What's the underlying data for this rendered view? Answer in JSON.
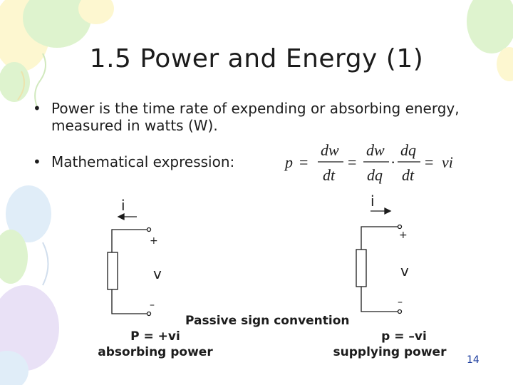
{
  "slide": {
    "title": "1.5 Power and Energy (1)",
    "bullets": [
      {
        "marker": "•",
        "text": "Power is the time rate of expending or absorbing energy, measured in watts (W)."
      },
      {
        "marker": "•",
        "text": "Mathematical expression:"
      }
    ],
    "formula": {
      "lhs": "p",
      "eq": "=",
      "frac1_num": "dw",
      "frac1_den": "dt",
      "frac2_num": "dw",
      "frac2_den": "dq",
      "dot": "·",
      "frac3_num": "dq",
      "frac3_den": "dt",
      "rhs": "vi"
    },
    "left_circuit": {
      "current_label": "i",
      "plus": "+",
      "voltage": "v",
      "minus": "–",
      "equation": "P = +vi",
      "description": "absorbing power"
    },
    "right_circuit": {
      "current_label": "i",
      "plus": "+",
      "voltage": "v",
      "minus": "–",
      "equation": "p = –vi",
      "description": "supplying power"
    },
    "caption": "Passive sign convention",
    "page_number": "14"
  },
  "colors": {
    "background": "#ffffff",
    "text": "#1c1c1c",
    "page_number": "#1f3f9f",
    "balloon_green": "#d9f2c6",
    "balloon_yellow": "#fdf6c8",
    "balloon_purple": "#e6dcf5",
    "balloon_blue": "#dbeaf7"
  }
}
